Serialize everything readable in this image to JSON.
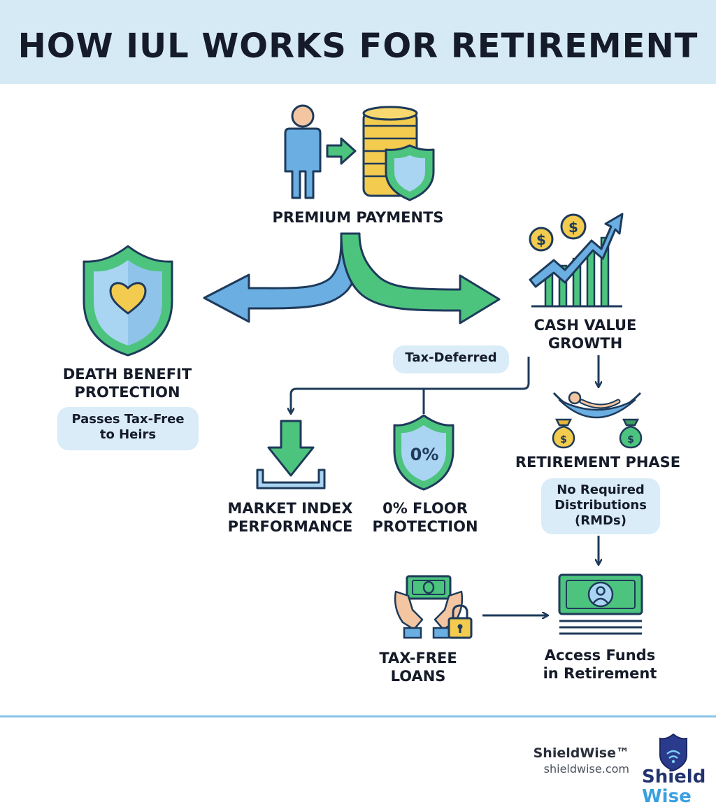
{
  "title": "HOW IUL WORKS FOR RETIREMENT",
  "nodes": {
    "premium": {
      "label": "PREMIUM PAYMENTS"
    },
    "death_benefit": {
      "label_lines": [
        "DEATH BENEFIT",
        "PROTECTION"
      ],
      "pill_lines": [
        "Passes Tax-Free",
        "to Heirs"
      ]
    },
    "cash_value": {
      "label_lines": [
        "CASH VALUE",
        "GROWTH"
      ],
      "pill": "Tax-Deferred"
    },
    "market_index": {
      "label_lines": [
        "MARKET INDEX",
        "PERFORMANCE"
      ]
    },
    "floor": {
      "label_lines": [
        "0% FLOOR",
        "PROTECTION"
      ],
      "badge": "0%"
    },
    "retirement": {
      "label": "RETIREMENT PHASE",
      "pill_lines": [
        "No Required",
        "Distributions",
        "(RMDs)"
      ]
    },
    "loans": {
      "label_lines": [
        "TAX-FREE",
        "LOANS"
      ]
    },
    "access": {
      "label_lines": [
        "Access Funds",
        "in Retirement"
      ]
    }
  },
  "footer": {
    "brand": "ShieldWise™",
    "url": "shieldwise.com",
    "logo_word1": "Shield",
    "logo_word2": "Wise"
  },
  "colors": {
    "header_bg": "#d6eaf6",
    "blue": "#5aa6df",
    "green": "#46c27a",
    "navy": "#1e3a5a",
    "gold": "#f2cb4f",
    "pill_bg": "#d9ecf8",
    "footer_rule": "#8cc3e8"
  },
  "icons": [
    "person-icon",
    "coin-stack-icon",
    "shield-heart-icon",
    "growth-chart-icon",
    "download-arrow-icon",
    "zero-percent-shield-icon",
    "hammock-icon",
    "money-bag-icon",
    "hands-cash-icon",
    "padlock-icon",
    "banknote-icon"
  ]
}
